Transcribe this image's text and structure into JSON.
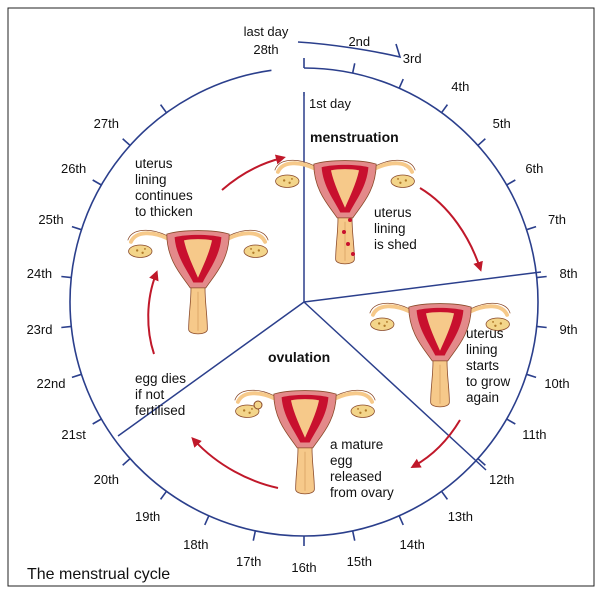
{
  "caption": "The menstrual cycle",
  "days": [
    "1st day",
    "2nd",
    "3rd",
    "4th",
    "5th",
    "6th",
    "7th",
    "8th",
    "9th",
    "10th",
    "11th",
    "12th",
    "13th",
    "14th",
    "15th",
    "16th",
    "17th",
    "18th",
    "19th",
    "20th",
    "21st",
    "22nd",
    "23rd",
    "24th",
    "25th",
    "26th",
    "27th",
    "28th",
    "last day"
  ],
  "phases": {
    "menstruation": "menstruation",
    "ovulation": "ovulation"
  },
  "notes": {
    "shed": [
      "uterus",
      "lining",
      "is shed"
    ],
    "grow": [
      "uterus",
      "lining",
      "starts",
      "to grow",
      "again"
    ],
    "egg_released": [
      "a mature",
      "egg",
      "released",
      "from ovary"
    ],
    "egg_dies": [
      "egg dies",
      "if not",
      "fertilised"
    ],
    "thicken": [
      "uterus",
      "lining",
      "continues",
      "to thicken"
    ]
  },
  "colors": {
    "ring": "#2b3f8c",
    "arrow": "#c0182a",
    "frame": "#222222",
    "organ_outer": "#e38a8a",
    "organ_inner": "#c8102e",
    "tube": "#f6c98a",
    "ovary": "#f3d58a"
  }
}
